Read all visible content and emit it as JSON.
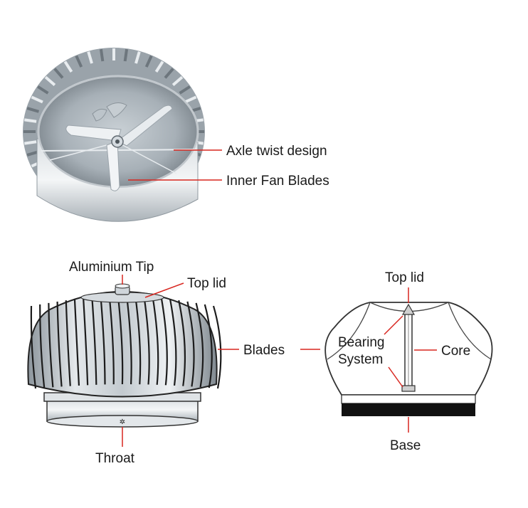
{
  "colors": {
    "leader_line": "#d8261f",
    "metal_light": "#e9edf0",
    "metal_mid": "#b9c1c7",
    "metal_dark": "#6f7880",
    "outline": "#222222",
    "base_band": "#111111"
  },
  "photo_labels": {
    "axle": "Axle twist design",
    "inner_blades": "Inner Fan Blades"
  },
  "turbine_labels": {
    "tip": "Aluminium Tip",
    "top_lid": "Top lid",
    "blades": "Blades",
    "throat": "Throat"
  },
  "section_labels": {
    "top_lid": "Top lid",
    "bearing_line1": "Bearing",
    "bearing_line2": "System",
    "core": "Core",
    "base": "Base"
  }
}
